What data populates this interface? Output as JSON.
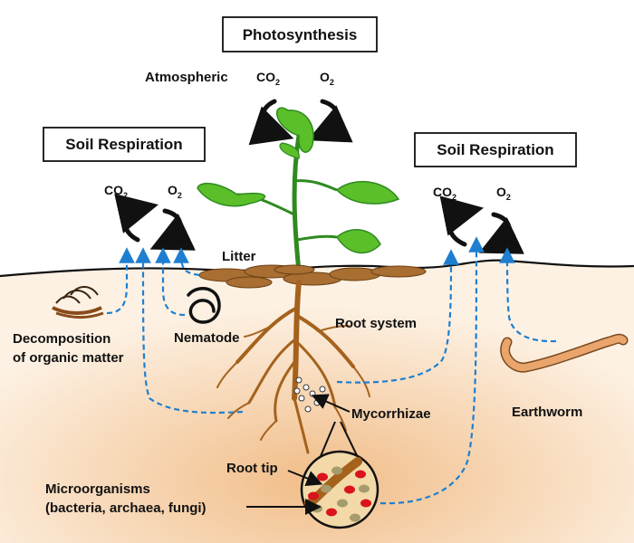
{
  "colors": {
    "soil_light": "#fdf1e3",
    "soil_dark": "#f1bd88",
    "flux_line": "#1e7fd0",
    "root": "#a5621d",
    "leaf": "#5bbf2a",
    "stem": "#2f8a20",
    "earthworm": "#e9a56c",
    "microbe_red": "#d9141a",
    "microbe_olive": "#a59b6c"
  },
  "titles": {
    "photosynthesis": "Photosynthesis",
    "soil_respiration_left": "Soil Respiration",
    "soil_respiration_right": "Soil Respiration"
  },
  "gases": {
    "co2_base": "CO",
    "co2_sub": "2",
    "o2_base": "O",
    "o2_sub": "2"
  },
  "labels": {
    "atmospheric": "Atmospheric",
    "litter": "Litter",
    "root_system": "Root system",
    "decomposition_line1": "Decomposition",
    "decomposition_line2": "of organic matter",
    "nematode": "Nematode",
    "mycorrhizae": "Mycorrhizae",
    "earthworm": "Earthworm",
    "root_tip": "Root tip",
    "microorganisms_line1": "Microorganisms",
    "microorganisms_line2": "(bacteria, archaea, fungi)"
  }
}
